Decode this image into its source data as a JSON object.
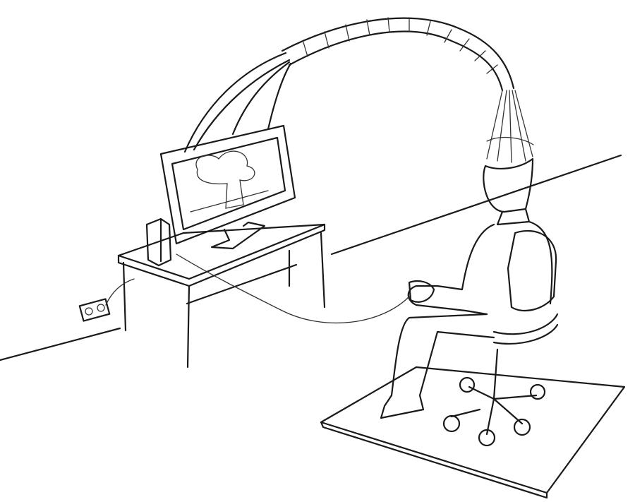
{
  "drawing": {
    "style": "pencil sketch",
    "colors": {
      "ink": "#1a1a1a",
      "paper": "#ffffff"
    },
    "subjects": [
      "desk",
      "monitor",
      "speaker",
      "wall-outlet",
      "cable-tube",
      "seated-person",
      "office-chair",
      "floor-mat"
    ]
  }
}
